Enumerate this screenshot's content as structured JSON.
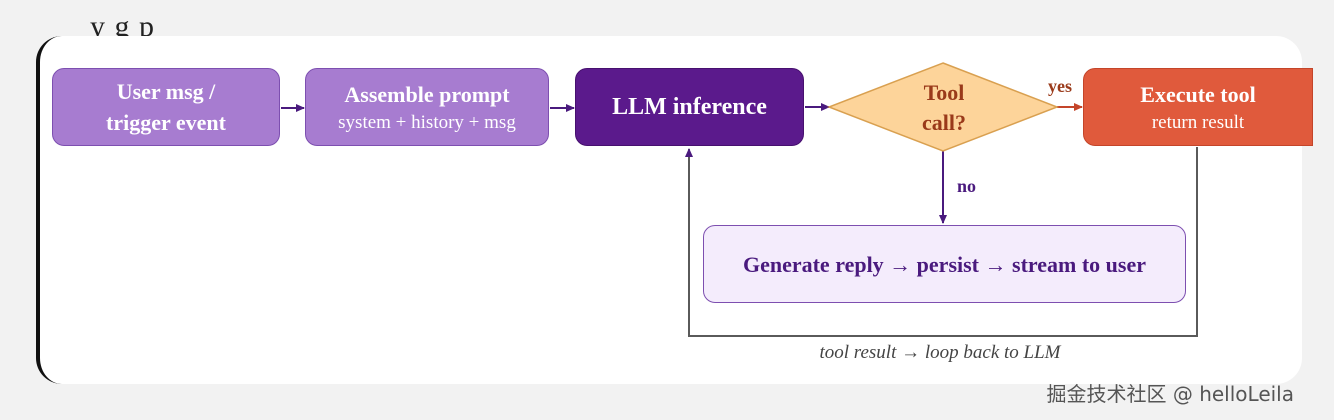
{
  "top_text": "y        g                                    p",
  "nodes": {
    "user_msg": {
      "line1": "User msg /",
      "line2": "trigger event"
    },
    "assemble": {
      "title": "Assemble prompt",
      "sub": "system + history + msg"
    },
    "llm": {
      "label": "LLM inference"
    },
    "decision": {
      "line1": "Tool",
      "line2": "call?"
    },
    "execute": {
      "title": "Execute tool",
      "sub": "return result"
    },
    "reply": {
      "label": "Generate reply → persist → stream to user"
    }
  },
  "edges": {
    "yes": "yes",
    "no": "no"
  },
  "caption": "tool result → loop back to LLM",
  "watermark": "掘金技术社区 @ helloLeila",
  "colors": {
    "light_purple": "#a77cd0",
    "dark_purple": "#5b1a8c",
    "diamond_fill": "#fdd49a",
    "orange": "#e05a3c",
    "arrow": "#4a1a7e"
  }
}
